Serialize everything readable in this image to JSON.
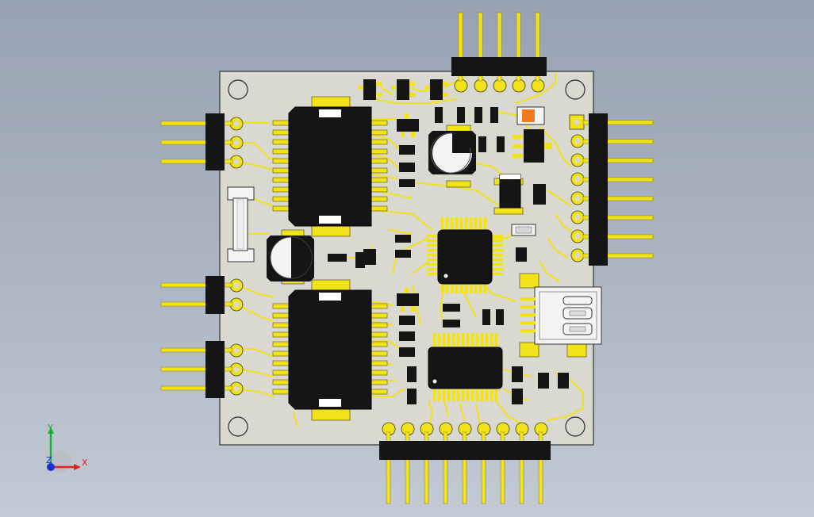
{
  "scene": {
    "background_top": "#97a2b2",
    "background_bottom": "#c3cad5",
    "board_color": "#d9d9d2",
    "copper_color": "#f2e21a",
    "component_color": "#151515",
    "led_color": "#f07a1e"
  },
  "triad": {
    "x_label": "X",
    "y_label": "Y",
    "z_label": "Z",
    "x_color": "#e0241b",
    "y_color": "#1fae3c",
    "z_color": "#1a2fd6"
  }
}
